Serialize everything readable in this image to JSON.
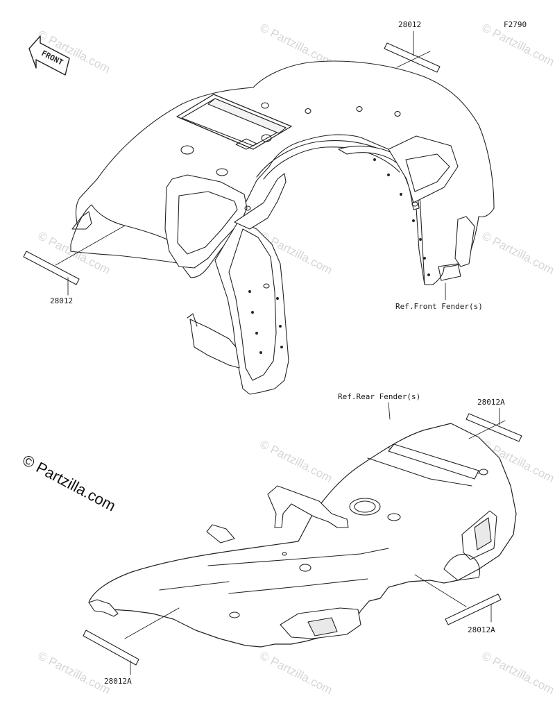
{
  "diagram_code": "F2790",
  "front_arrow_text": "FRONT",
  "callouts": {
    "front_top": "28012",
    "front_left": "28012",
    "front_ref": "Ref.Front Fender(s)",
    "rear_ref": "Ref.Rear Fender(s)",
    "rear_top_right": "28012A",
    "rear_bottom_right": "28012A",
    "rear_bottom_left": "28012A"
  },
  "brand_watermark": "© Partzilla.com",
  "faint_watermark": "© Partzilla.com"
}
